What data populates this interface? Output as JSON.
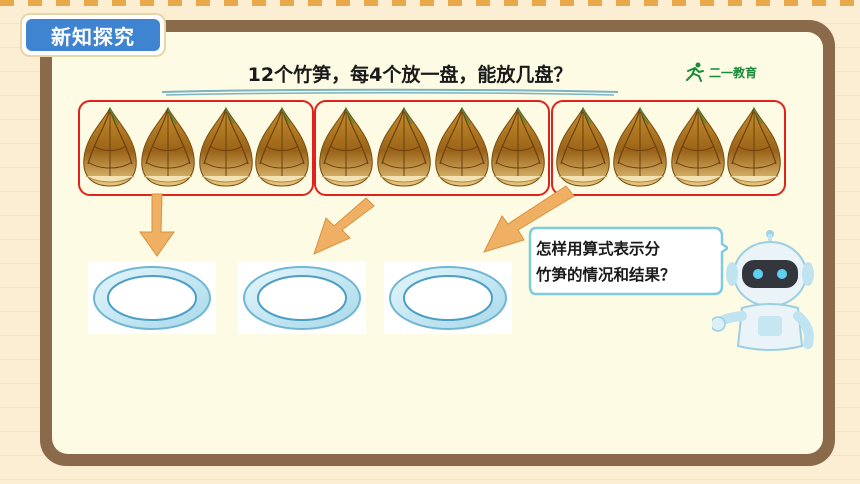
{
  "section_badge": "新知探究",
  "question": "12个竹笋，每4个放一盘，能放几盘？",
  "logo_text": "二一教育",
  "bubble_lines": [
    "怎样用算式表示分",
    "竹笋的情况和结果？"
  ],
  "counts": {
    "shoots_total": 12,
    "per_plate": 4,
    "plates": 3
  },
  "icons": [
    "bamboo-shoot-icon",
    "arrow-icon",
    "plate-icon",
    "robot-icon",
    "runner-logo-icon"
  ],
  "colors": {
    "group_outline": "#e0221f",
    "badge_bg": "#3e84d0",
    "arrow": "#f0b063",
    "board": "#8b6a4b"
  }
}
